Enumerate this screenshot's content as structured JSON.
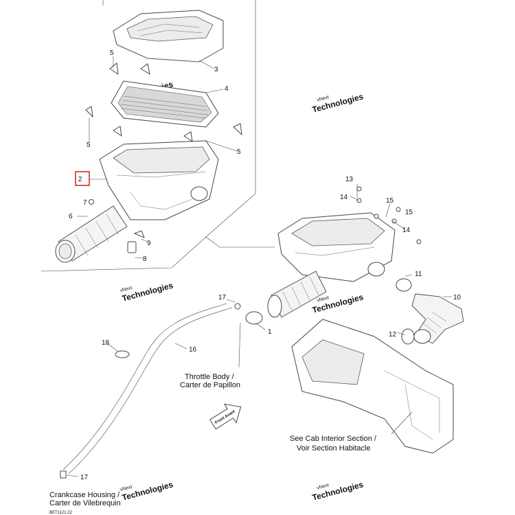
{
  "diagram": {
    "part_numbers": [
      {
        "id": "p1",
        "label": "1"
      },
      {
        "id": "p2",
        "label": "2"
      },
      {
        "id": "p3",
        "label": "3"
      },
      {
        "id": "p4",
        "label": "4"
      },
      {
        "id": "p5a",
        "label": "5"
      },
      {
        "id": "p5b",
        "label": "5"
      },
      {
        "id": "p5c",
        "label": "5"
      },
      {
        "id": "p6",
        "label": "6"
      },
      {
        "id": "p7",
        "label": "7"
      },
      {
        "id": "p8",
        "label": "8"
      },
      {
        "id": "p9",
        "label": "9"
      },
      {
        "id": "p10",
        "label": "10"
      },
      {
        "id": "p11",
        "label": "11"
      },
      {
        "id": "p12",
        "label": "12"
      },
      {
        "id": "p13",
        "label": "13"
      },
      {
        "id": "p14a",
        "label": "14"
      },
      {
        "id": "p14b",
        "label": "14"
      },
      {
        "id": "p15a",
        "label": "15"
      },
      {
        "id": "p15b",
        "label": "15"
      },
      {
        "id": "p16",
        "label": "16"
      },
      {
        "id": "p17a",
        "label": "17"
      },
      {
        "id": "p17b",
        "label": "17"
      },
      {
        "id": "p18",
        "label": "18"
      }
    ],
    "captions": {
      "throttle_body_en": "Throttle Body /",
      "throttle_body_fr": "Carter de Papillon",
      "cab_interior_en": "See Cab Interior Section /",
      "cab_interior_fr": "Voir Section Habitacle",
      "crankcase_en": "Crankcase Housing /",
      "crankcase_fr": "Carter de Vilebrequin",
      "front_arrow": "Front Avant",
      "reference_code": "BET1121.22"
    },
    "watermark": {
      "brand_small": "vNext",
      "brand_large": "Technologies"
    },
    "highlight_color": "#d62828"
  }
}
